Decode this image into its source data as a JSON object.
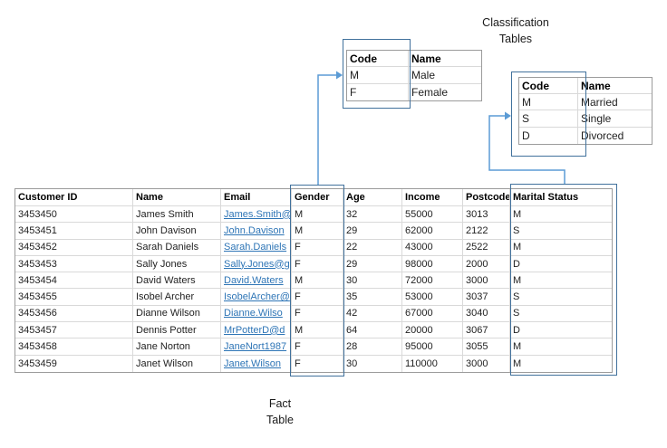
{
  "labels": {
    "classification_line1": "Classification",
    "classification_line2": "Tables",
    "fact_line1": "Fact",
    "fact_line2": "Table"
  },
  "colors": {
    "connector_blue": "#5b9bd5",
    "highlight_box_blue": "#41719c",
    "hyperlink_blue": "#2e75b6",
    "grid_inner_gray": "#d9d9d9",
    "grid_outer_gray": "#9b9b9b"
  },
  "fact_table": {
    "columns": [
      "Customer ID",
      "Name",
      "Email",
      "Gender",
      "Age",
      "Income",
      "Postcode",
      "Marital Status"
    ],
    "rows": [
      [
        "3453450",
        "James Smith",
        "James.Smith@",
        "M",
        "32",
        "55000",
        "3013",
        "M"
      ],
      [
        "3453451",
        "John Davison",
        "John.Davison",
        "M",
        "29",
        "62000",
        "2122",
        "S"
      ],
      [
        "3453452",
        "Sarah Daniels",
        "Sarah.Daniels",
        "F",
        "22",
        "43000",
        "2522",
        "M"
      ],
      [
        "3453453",
        "Sally Jones",
        "Sally.Jones@g",
        "F",
        "29",
        "98000",
        "2000",
        "D"
      ],
      [
        "3453454",
        "David Waters",
        "David.Waters",
        "M",
        "30",
        "72000",
        "3000",
        "M"
      ],
      [
        "3453455",
        "Isobel Archer",
        "IsobelArcher@",
        "F",
        "35",
        "53000",
        "3037",
        "S"
      ],
      [
        "3453456",
        "Dianne Wilson",
        "Dianne.Wilso",
        "F",
        "42",
        "67000",
        "3040",
        "S"
      ],
      [
        "3453457",
        "Dennis Potter",
        "MrPotterD@d",
        "M",
        "64",
        "20000",
        "3067",
        "D"
      ],
      [
        "3453458",
        "Jane Norton",
        "JaneNort1987",
        "F",
        "28",
        "95000",
        "3055",
        "M"
      ],
      [
        "3453459",
        "Janet Wilson",
        "Janet.Wilson",
        "F",
        "30",
        "110000",
        "3000",
        "M"
      ]
    ]
  },
  "gender_table": {
    "columns": [
      "Code",
      "Name"
    ],
    "rows": [
      [
        "M",
        "Male"
      ],
      [
        "F",
        "Female"
      ]
    ]
  },
  "marital_table": {
    "columns": [
      "Code",
      "Name"
    ],
    "rows": [
      [
        "M",
        "Married"
      ],
      [
        "S",
        "Single"
      ],
      [
        "D",
        "Divorced"
      ]
    ]
  }
}
